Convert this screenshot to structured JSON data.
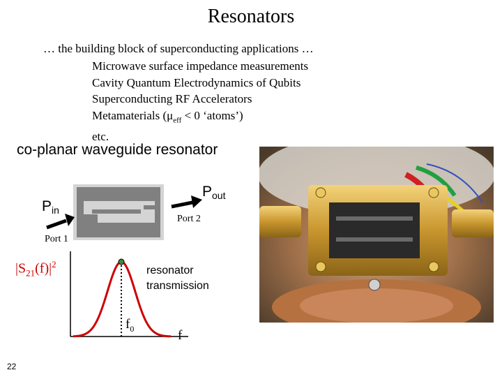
{
  "slide": {
    "title": "Resonators",
    "intro": "… the building block of superconducting applications …",
    "applications": [
      "Microwave surface impedance measurements",
      "Cavity Quantum Electrodynamics of Qubits",
      "Superconducting RF Accelerators",
      "Metamaterials (μ",
      "etc."
    ],
    "meta_sub": "eff",
    "meta_tail": " < 0 ‘atoms’)",
    "page_number": "22"
  },
  "diagram": {
    "heading": "co-planar waveguide resonator",
    "p_in": "P",
    "p_in_sub": "in",
    "p_out": "P",
    "p_out_sub": "out",
    "port1": "Port 1",
    "port2": "Port 2"
  },
  "plot": {
    "ylabel_main": "|S",
    "ylabel_sub": "21",
    "ylabel_mid": "(f)|",
    "ylabel_sup": "2",
    "annotation_line1": "resonator",
    "annotation_line2": "transmission",
    "f0_main": "f",
    "f0_sub": "0",
    "xlabel": "f",
    "curve_color": "#cc0000"
  },
  "photo": {
    "description_icon": "resonator-photo"
  }
}
